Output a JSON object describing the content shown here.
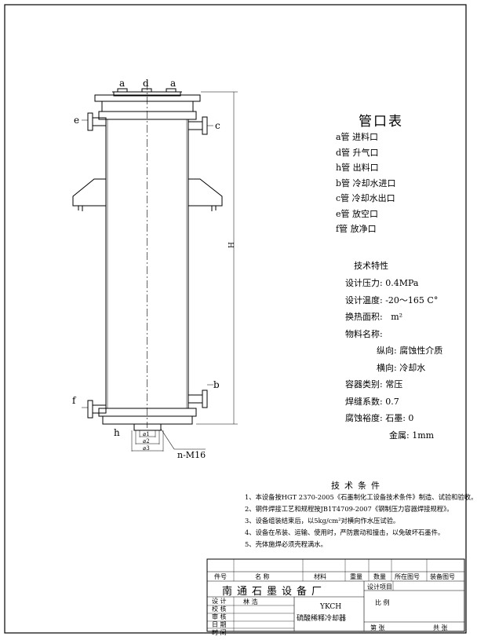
{
  "drawing": {
    "top_labels": [
      "a",
      "d",
      "a"
    ],
    "left_labels": {
      "e": "e",
      "f": "f",
      "h": "h"
    },
    "right_labels": {
      "c": "c",
      "b": "b"
    },
    "dim_height": "H",
    "bottom_dims": [
      "⌀1",
      "⌀2",
      "⌀3"
    ],
    "bolt_label": "n-M16"
  },
  "nozzle_table": {
    "title": "管口表",
    "items": [
      "a管 进料口",
      "d管 升气口",
      "h管 出料口",
      "b管 冷却水进口",
      "c管 冷却水出口",
      "e管 放空口",
      "f管 放净口"
    ]
  },
  "specs": {
    "title": "技术特性",
    "rows": [
      {
        "label": "设计压力:",
        "value": "0.4MPa"
      },
      {
        "label": "设计温度:",
        "value": "-20～165 C°"
      },
      {
        "label": "换热面积:",
        "value": "m²"
      },
      {
        "label": "物料名称:",
        "value": ""
      },
      {
        "label": "纵向:",
        "value": "腐蚀性介质"
      },
      {
        "label": "横向:",
        "value": "冷却水"
      },
      {
        "label": "容器类别:",
        "value": "常压"
      },
      {
        "label": "焊缝系数:",
        "value": "0.7"
      },
      {
        "label": "腐蚀裕度:",
        "value": "石墨: 0"
      },
      {
        "label": "",
        "value": "金属: 1mm"
      }
    ]
  },
  "requirements": {
    "title": "技术条件",
    "items": [
      "1、本设备按HGT 2370-2005《石墨制化工设备技术条件》制造、试验和验收。",
      "2、钢件焊接工艺和规程按JB1T4709-2007《钢制压力容器焊接规程》。",
      "3、设备组装结束后，以5kg/cm²对横向作水压试验。",
      "4、设备在吊装、运输、使用时，严防震动和撞击，以免破坏石墨件。",
      "5、壳体施焊必须壳程满水。"
    ]
  },
  "title_block": {
    "headers": [
      "件号",
      "名 称",
      "材料",
      "重量",
      "数量",
      "所在图号",
      "装备图号"
    ],
    "company": "南通石墨设备厂",
    "design_item": "设计项目",
    "scale": "比 例",
    "roles": [
      "设 计",
      "校 核",
      "审 核",
      "日 期",
      "时 间"
    ],
    "designer": "林 浩",
    "code": "YKCH",
    "product": "硫酸稀释冷却器",
    "sheet_no": "第 张",
    "sheet_total": "共 张"
  }
}
